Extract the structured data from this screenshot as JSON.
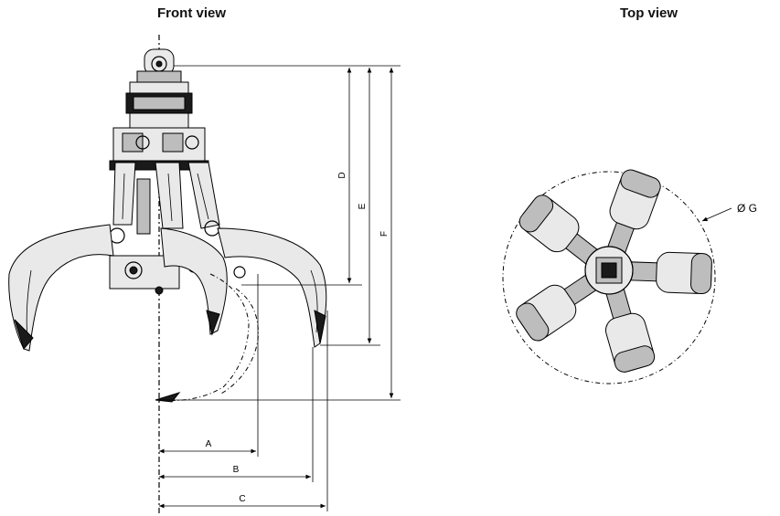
{
  "titles": {
    "front": "Front view",
    "top": "Top view"
  },
  "dimensions": {
    "A": "A",
    "B": "B",
    "C": "C",
    "D": "D",
    "E": "E",
    "F": "F",
    "G": "Ø G"
  }
}
